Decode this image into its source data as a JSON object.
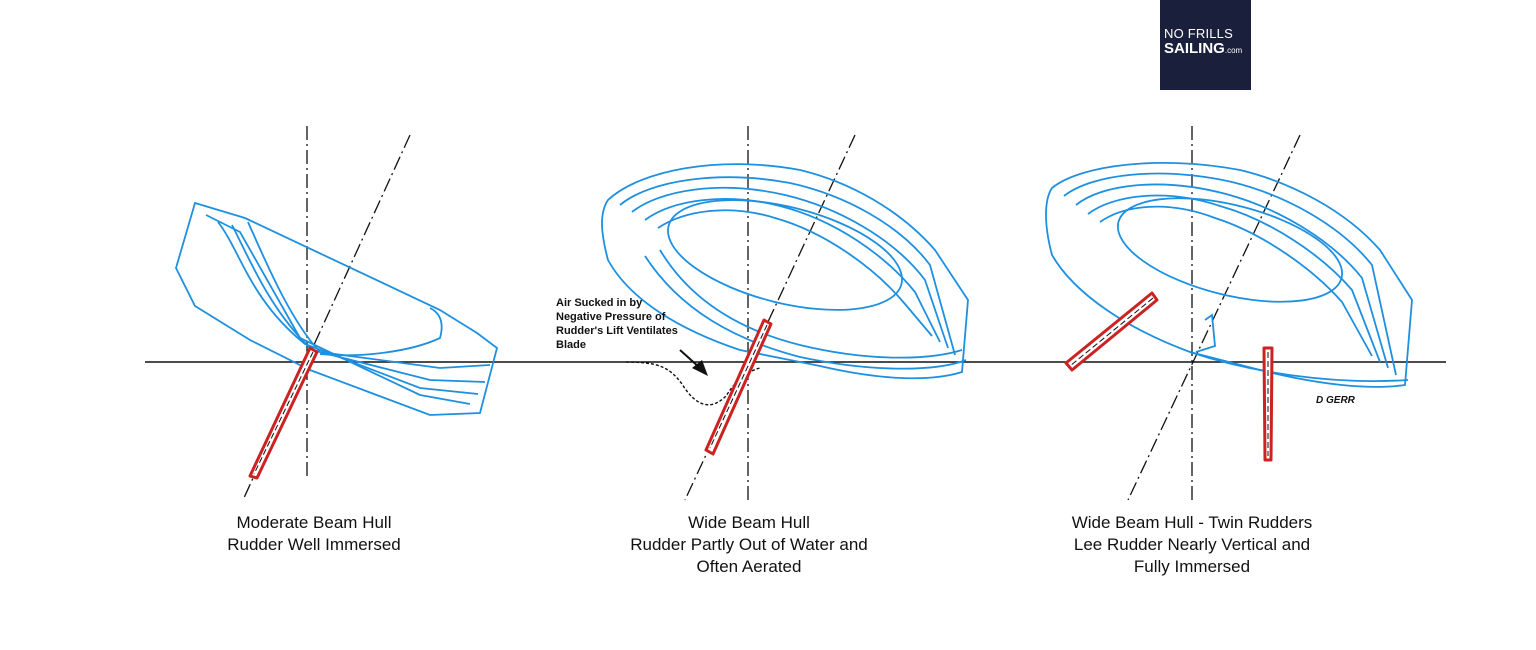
{
  "logo": {
    "line1": "NO FRILLS",
    "line2": "SAILING",
    "suffix": ".com"
  },
  "annotation": {
    "lines": [
      "Air Sucked in by",
      "Negative Pressure of",
      "Rudder's Lift Ventilates",
      "Blade"
    ]
  },
  "signature": "D GERR",
  "panels": [
    {
      "caption": [
        "Moderate Beam Hull",
        "Rudder Well Immersed"
      ]
    },
    {
      "caption": [
        "Wide Beam Hull",
        "Rudder Partly Out of Water and",
        "Often Aerated"
      ]
    },
    {
      "caption": [
        "Wide Beam Hull - Twin Rudders",
        "Lee Rudder Nearly Vertical and",
        "Fully Immersed"
      ]
    }
  ],
  "colors": {
    "hull": "#1e90e0",
    "rudder": "#cc2222",
    "lines": "#111111",
    "logo_bg": "#1a1f3c"
  }
}
